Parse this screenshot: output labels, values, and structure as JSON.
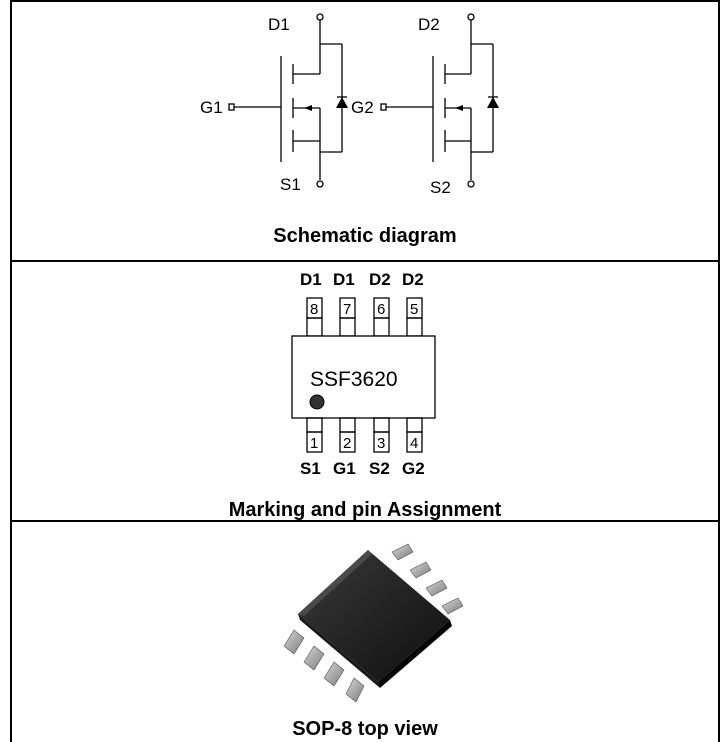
{
  "schematic": {
    "caption": "Schematic diagram",
    "mosfet1": {
      "drain": "D1",
      "gate": "G1",
      "source": "S1"
    },
    "mosfet2": {
      "drain": "D2",
      "gate": "G2",
      "source": "S2"
    }
  },
  "package": {
    "caption": "Marking and pin Assignment",
    "marking": "SSF3620",
    "top_pins": [
      {
        "number": "8",
        "label": "D1"
      },
      {
        "number": "7",
        "label": "D1"
      },
      {
        "number": "6",
        "label": "D2"
      },
      {
        "number": "5",
        "label": "D2"
      }
    ],
    "bottom_pins": [
      {
        "number": "1",
        "label": "S1"
      },
      {
        "number": "2",
        "label": "G1"
      },
      {
        "number": "3",
        "label": "S2"
      },
      {
        "number": "4",
        "label": "G2"
      }
    ]
  },
  "photo": {
    "caption": "SOP-8 top view"
  }
}
